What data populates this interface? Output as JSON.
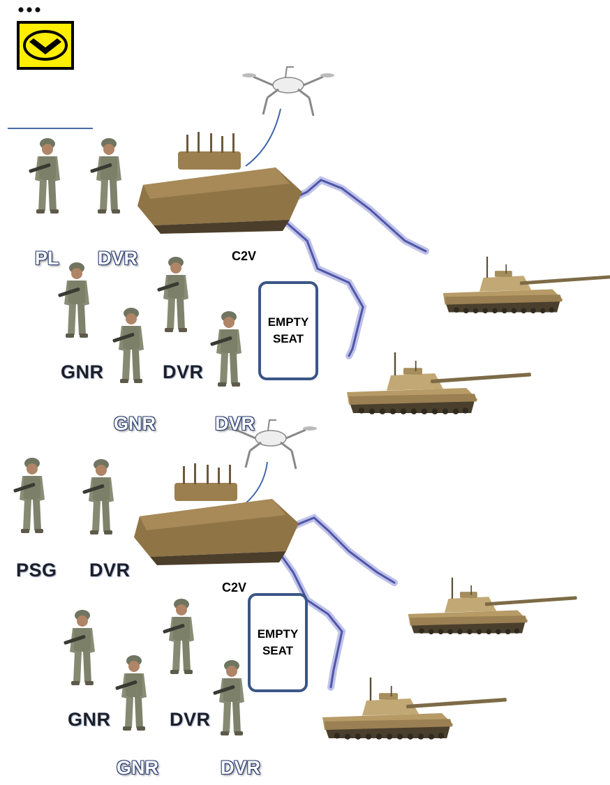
{
  "icons": {
    "menu": "more-horizontal-dots-icon",
    "logo": "yellow-chevron-down-badge-icon",
    "soldier": "soldier-figure",
    "tank": "light-tank-vehicle",
    "c2v": "command-and-control-vehicle",
    "drone": "quadcopter-drone",
    "link": "lightning-network-link"
  },
  "colors": {
    "logo_yellow": "#ffee00",
    "seat_border": "#3b5687",
    "link_purple": "#8a8fd6",
    "tan": "#a68a52"
  },
  "section_a": {
    "vehicle_label": "C2V",
    "empty_seat_label": "EMPTY\nSEAT",
    "crew": {
      "pl": "PL",
      "dvr1": "DVR",
      "gnr1": "GNR",
      "dvr2": "DVR",
      "gnr2": "GNR",
      "dvr3": "DVR"
    }
  },
  "section_b": {
    "vehicle_label": "C2V",
    "empty_seat_label": "EMPTY\nSEAT",
    "crew": {
      "psg": "PSG",
      "dvr1": "DVR",
      "gnr1": "GNR",
      "dvr2": "DVR",
      "gnr2": "GNR",
      "dvr3": "DVR"
    }
  }
}
